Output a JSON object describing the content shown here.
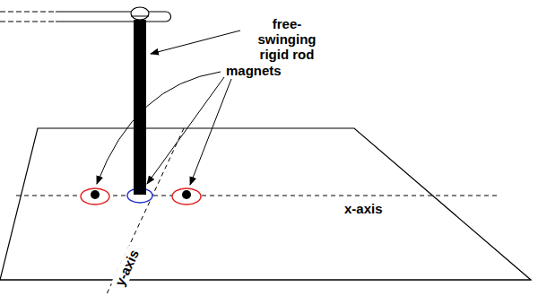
{
  "diagram": {
    "labels": [
      "free-swinging rigid rod",
      "magnets",
      "x-axis",
      "y-axis"
    ]
  }
}
